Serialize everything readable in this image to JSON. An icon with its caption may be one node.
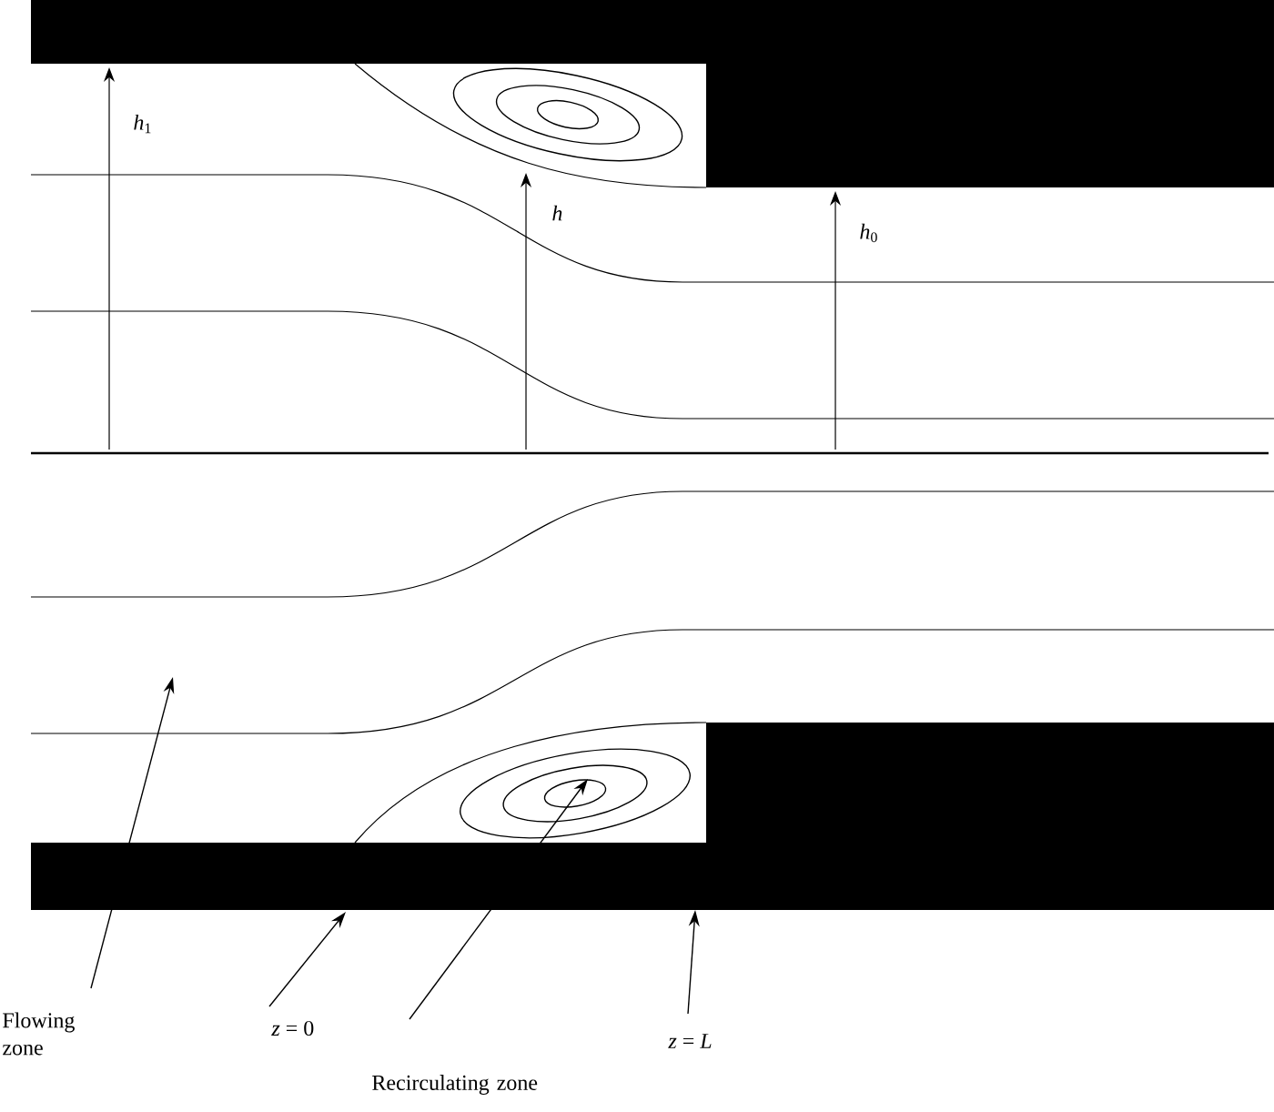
{
  "diagram": {
    "nodes": [
      {
        "text": [
          "Flowing zone"
        ]
      },
      {
        "text": [
          "*z* = 0"
        ]
      },
      {
        "text": [
          "Recirculating zone"
        ]
      },
      {
        "text": [
          "*z* = *L*"
        ]
      }
    ],
    "edges": [
      {
        "from": 0,
        "to": null,
        "arrow": "to"
      },
      {
        "from": 1,
        "to": null,
        "arrow": "to"
      },
      {
        "from": 2,
        "to": null,
        "arrow": "to"
      },
      {
        "from": 3,
        "to": null,
        "arrow": "to"
      }
    ],
    "labels": [
      "*h*$_{1}$",
      "*h*",
      "*h*$_{0}$"
    ]
  }
}
